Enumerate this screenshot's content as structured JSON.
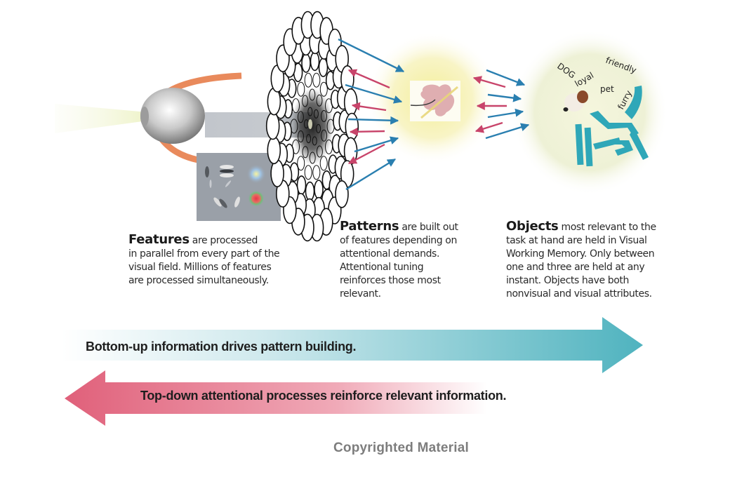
{
  "stages": {
    "features": {
      "lead": "Features",
      "lines": [
        " are processed",
        "in parallel from every part of the",
        "visual field.  Millions of features",
        "are processed simultaneously."
      ]
    },
    "patterns": {
      "lead": "Patterns",
      "lines": [
        " are built out",
        "of features depending on",
        "attentional demands.",
        "Attentional tuning",
        "reinforces those most",
        "relevant."
      ]
    },
    "objects": {
      "lead": "Objects",
      "lines": [
        " most relevant to the",
        "task at hand are held in Visual",
        "Working Memory.  Only between",
        "one and three are held at any",
        " instant. Objects have both",
        "nonvisual and visual attributes."
      ]
    }
  },
  "object_words": [
    "DOG",
    "loyal",
    "friendly",
    "pet",
    "furry"
  ],
  "arrows": {
    "bottom_up": {
      "label": "Bottom-up information drives pattern building.",
      "color": "#4fb3bf",
      "direction": "right"
    },
    "top_down": {
      "label": "Top-down attentional processes reinforce relevant information.",
      "color": "#e0607a",
      "direction": "left"
    }
  },
  "colors": {
    "feedforward_arrow": "#2a7fb0",
    "feedback_arrow": "#c8446a",
    "optic_nerve_arc": "#e98a5c",
    "dog_figure": "#2fa7b8"
  },
  "icons": [
    "eye-icon",
    "visual-cortex-cells-icon",
    "feature-patch-icon",
    "pattern-image-icon",
    "dog-icon"
  ],
  "footer": {
    "copyright": "Copyrighted Material"
  }
}
